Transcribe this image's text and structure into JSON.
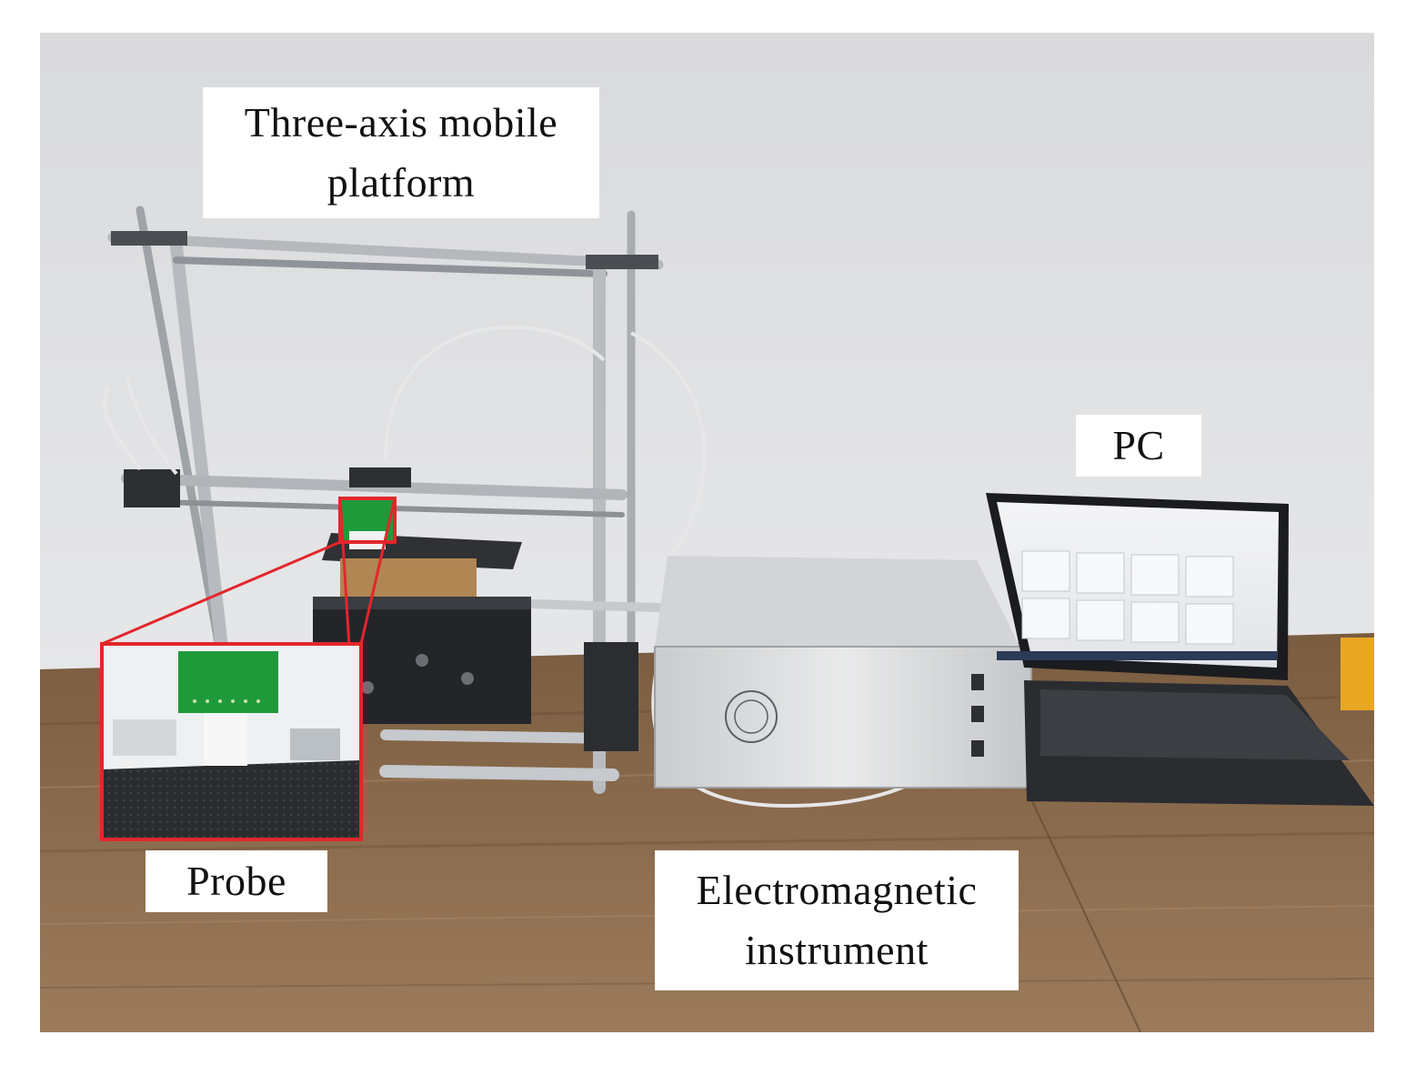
{
  "figure": {
    "labels": {
      "platform": {
        "line1": "Three-axis mobile",
        "line2": "platform"
      },
      "pc": "PC",
      "probe": "Probe",
      "instrument": {
        "line1": "Electromagnetic",
        "line2": "instrument"
      }
    },
    "colors": {
      "wall": "#dfe0e2",
      "desk": "#8a6a4c",
      "highlight_box": "#e3262b",
      "probe_board": "#1f9a3a"
    }
  }
}
